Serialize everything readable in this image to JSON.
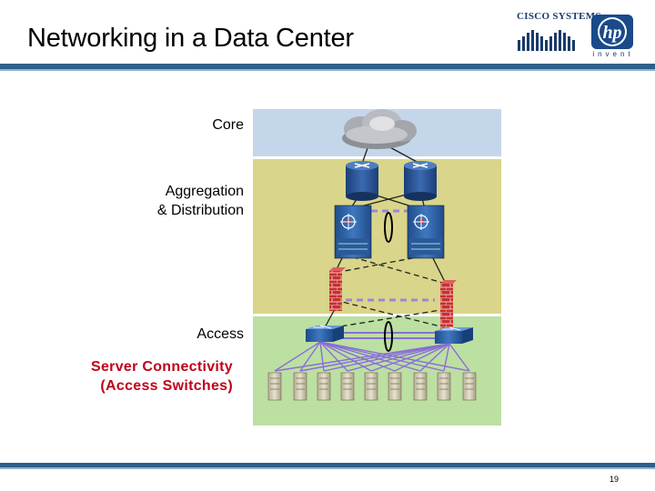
{
  "slide": {
    "title": "Networking in a Data Center",
    "page_number": "19"
  },
  "logos": {
    "cisco": {
      "brand": "CISCO SYSTEMS"
    },
    "hp": {
      "mark": "hp",
      "tagline": "invent"
    }
  },
  "layers": {
    "core": "Core",
    "aggregation_line1": "Aggregation",
    "aggregation_line2": "& Distribution",
    "access": "Access",
    "server_line1": "Server Connectivity",
    "server_line2": "(Access Switches)"
  },
  "colors": {
    "core_band": "#c4d6ea",
    "aggregation_band": "#d9d58a",
    "access_band": "#bcdfa2",
    "server_label": "#c0001a",
    "link": "#8a6ed8",
    "header_rule": "#2f5f8a"
  },
  "icons": {
    "cloud": "cloud-icon",
    "router": "router-icon",
    "multilayer_switch": "multilayer-switch-icon",
    "firewall": "firewall-icon",
    "access_switch": "access-switch-icon",
    "server": "server-icon",
    "etherchannel": "etherchannel-icon"
  }
}
